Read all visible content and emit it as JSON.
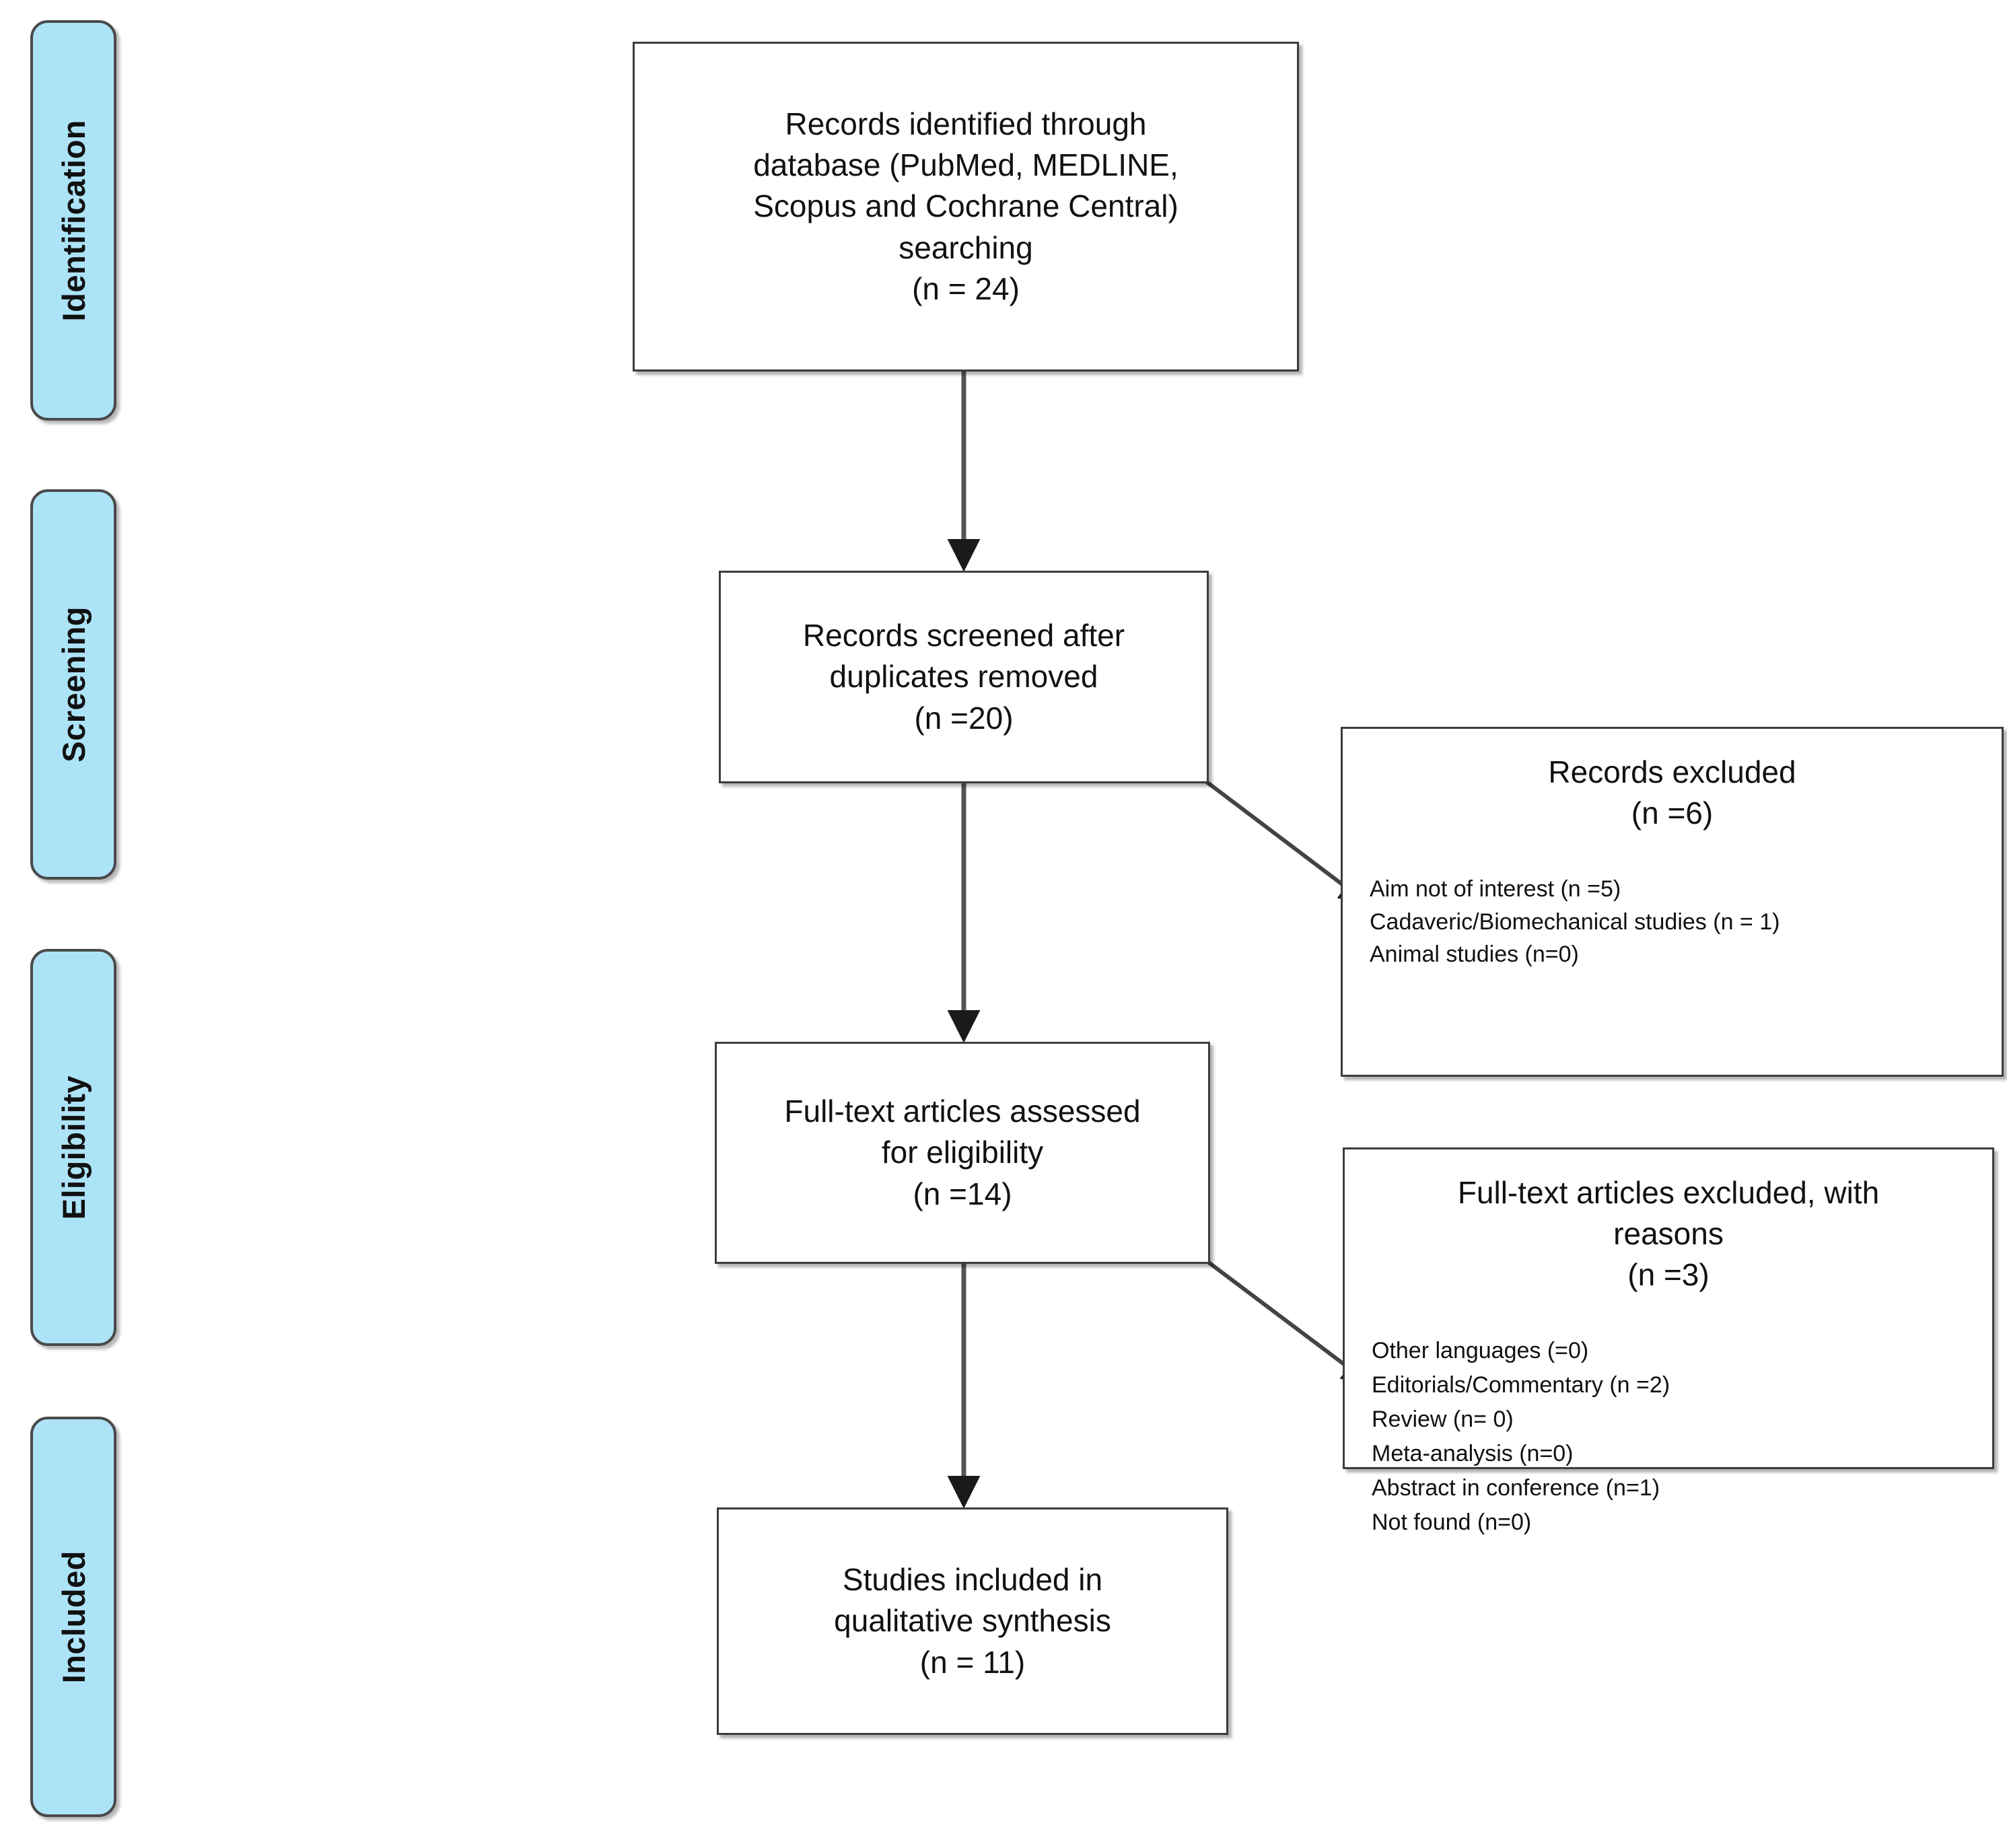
{
  "diagram": {
    "type": "PRISMA flow diagram",
    "stages": [
      {
        "id": "identification",
        "label": "Identification"
      },
      {
        "id": "screening",
        "label": "Screening"
      },
      {
        "id": "eligibility",
        "label": "Eligibility"
      },
      {
        "id": "included",
        "label": "Included"
      }
    ],
    "colors": {
      "stage_fill": "#ADE3F7",
      "stage_border": "#4A4A4A",
      "box_border": "#3C3C3C",
      "text": "#111111",
      "background": "#FFFFFF"
    },
    "boxes": {
      "identified": {
        "line1": "Records identified through",
        "line2": "database (PubMed, MEDLINE,",
        "line3": "Scopus and Cochrane Central)",
        "line4": "searching",
        "line5": "(n = 24)"
      },
      "screened": {
        "line1": "Records screened after",
        "line2": "duplicates removed",
        "line3": "(n =20)"
      },
      "fulltext_assessed": {
        "line1": "Full-text articles assessed",
        "line2": "for eligibility",
        "line3": "(n =14)"
      },
      "included": {
        "line1": "Studies included in",
        "line2": "qualitative synthesis",
        "line3": "(n = 11)"
      },
      "records_excluded": {
        "title": "Records excluded",
        "count": "(n =6)",
        "reasons": [
          "Aim not of interest (n =5)",
          "Cadaveric/Biomechanical studies (n = 1)",
          "Animal studies (n=0)"
        ]
      },
      "fulltext_excluded": {
        "title_line1": "Full-text articles excluded, with",
        "title_line2": "reasons",
        "count": "(n =3)",
        "reasons": [
          "Other languages (=0)",
          "Editorials/Commentary (n =2)",
          "Review (n= 0)",
          "Meta-analysis (n=0)",
          "Abstract in conference (n=1)",
          "Not found (n=0)"
        ]
      }
    }
  }
}
